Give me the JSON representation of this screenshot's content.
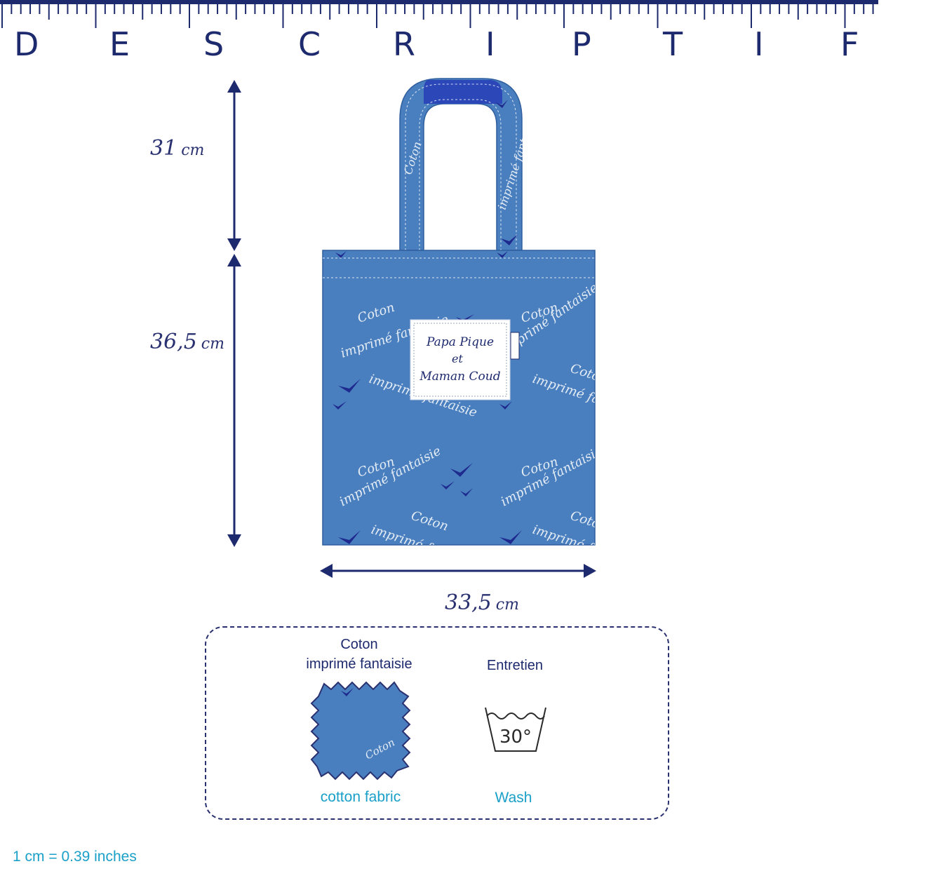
{
  "title_letters": [
    "D",
    "E",
    "S",
    "C",
    "R",
    "I",
    "P",
    "T",
    "I",
    "F"
  ],
  "dimensions": {
    "handle_height": {
      "value": "31",
      "unit": "cm"
    },
    "bag_height": {
      "value": "36,5",
      "unit": "cm"
    },
    "bag_width": {
      "value": "33,5",
      "unit": "cm"
    }
  },
  "label": {
    "line1": "Papa Pique",
    "line2": "et",
    "line3": "Maman Coud"
  },
  "fabric_print": {
    "word1": "Coton",
    "word2": "imprimé fantaisie"
  },
  "info": {
    "material_title_line1": "Coton",
    "material_title_line2": "imprimé fantaisie",
    "material_subtitle": "cotton fabric",
    "care_title": "Entretien",
    "care_temp": "30°",
    "care_subtitle": "Wash"
  },
  "conversion": "1 cm = 0.39 inches",
  "colors": {
    "navy": "#1e2a6e",
    "fabric": "#4a7fbf",
    "strap_top": "#2b47b8",
    "accent_cyan": "#1aa0c8"
  },
  "icons": [
    "wash-30-icon",
    "fabric-swatch-icon",
    "arrow-icon"
  ]
}
